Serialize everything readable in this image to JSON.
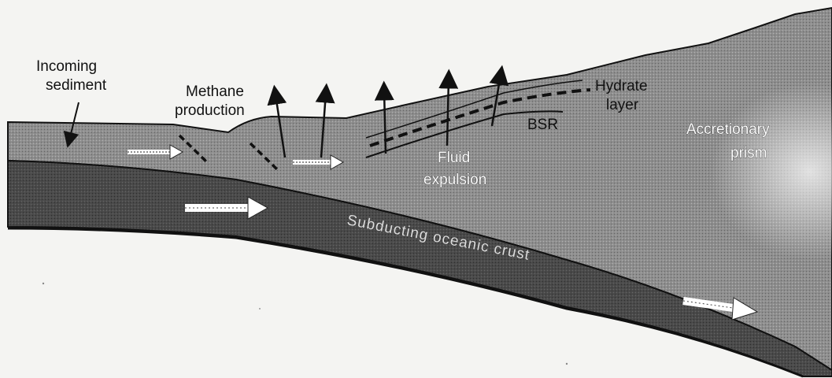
{
  "labels": {
    "incoming_sediment": [
      "Incoming",
      "sediment"
    ],
    "methane_production": [
      "Methane",
      "production"
    ],
    "hydrate_layer": [
      "Hydrate",
      "layer"
    ],
    "bsr": "BSR",
    "fluid_expulsion": [
      "Fluid",
      "expulsion"
    ],
    "accretionary_prism": [
      "Accretionary",
      "prism"
    ],
    "subducting_crust": "Subducting oceanic crust"
  },
  "colors": {
    "background": "#f4f4f2",
    "sediment": "#8e8e8e",
    "prism": "#9a9a9a",
    "crust": "#4a4a4a",
    "line": "#111111",
    "flow_arrow": "#ffffff"
  },
  "icons": {
    "vertical_flow": "arrow-up-icon",
    "horizontal_flow": "arrow-right-icon"
  }
}
